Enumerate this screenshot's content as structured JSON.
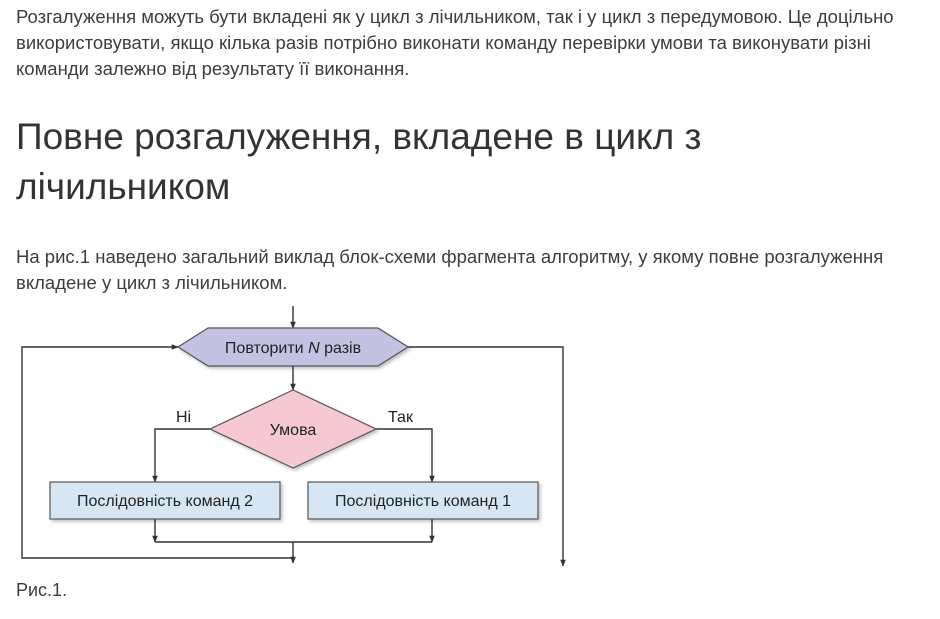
{
  "intro": {
    "text": "Розгалуження можуть бути вкладені як у цикл з лічильником, так і у цикл з передумовою. Це доцільно використовувати, якщо кілька разів потрібно виконати команду перевірки умови та виконувати різні команди залежно від результату її виконання."
  },
  "heading": "Повне розгалуження, вкладене в цикл з лічильником",
  "description": "На рис.1 наведено загальний виклад блок-схеми фрагмента алгоритму, у якому повне розгалуження вкладене у цикл з лічильником.",
  "flowchart": {
    "loop": {
      "prefix": "Повторити ",
      "variable": "N",
      "suffix": " разів"
    },
    "condition": "Умова",
    "branch_no_label": "Ні",
    "branch_yes_label": "Так",
    "sequence_2": "Послідовність команд 2",
    "sequence_1": "Послідовність команд 1",
    "colors": {
      "loop_fill": "#c3c2e3",
      "condition_fill": "#f6c8d2",
      "sequence_fill": "#d6e6f3",
      "line": "#333333"
    }
  },
  "caption": "Рис.1."
}
